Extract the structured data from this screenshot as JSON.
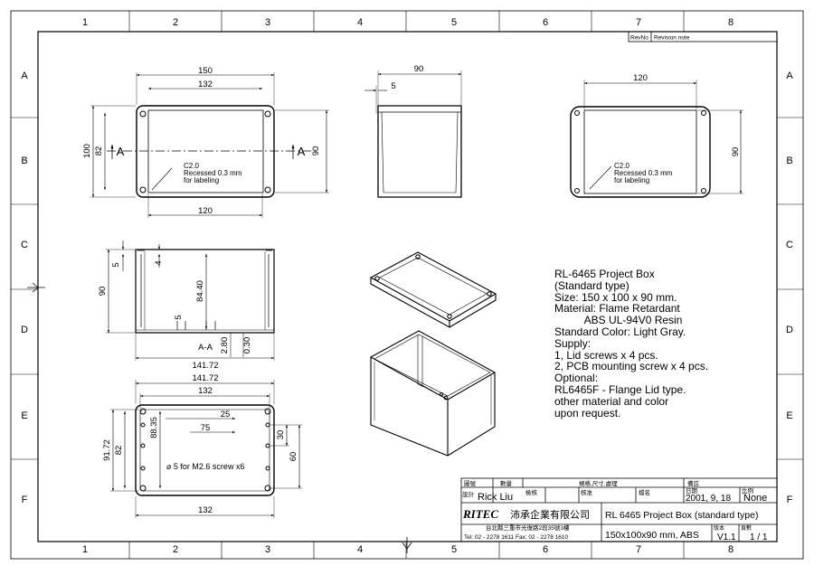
{
  "border": {
    "col_labels": [
      "1",
      "2",
      "3",
      "4",
      "5",
      "6",
      "7",
      "8"
    ],
    "row_labels": [
      "A",
      "B",
      "C",
      "D",
      "E",
      "F"
    ]
  },
  "revision_table": {
    "col1": "RevNo",
    "col2": "Revision note"
  },
  "top_view": {
    "dim_width": "150",
    "dim_inner_width": "132",
    "dim_bottom": "120",
    "dim_height": "100",
    "dim_inner_height": "82",
    "dim_right": "90",
    "section_marker": "A",
    "note_line1": "C2.0",
    "note_line2": "Recessed 0.3 mm",
    "note_line3": "for labeling"
  },
  "side_view": {
    "dim_depth": "90",
    "dim_lip": "5"
  },
  "lid_view": {
    "dim_width": "120",
    "dim_height": "90",
    "note_line1": "C2.0",
    "note_line2": "Recessed 0.3 mm",
    "note_line3": "for labeling"
  },
  "section_view": {
    "title": "A-A",
    "dim_height": "90",
    "dim_inner": "84.40",
    "dim_top": "5",
    "dim_step": "4",
    "dim_boss": "5",
    "dim_wall": "2.80",
    "dim_floor": "0.30",
    "dim_width": "141.72"
  },
  "bottom_view": {
    "dim_top": "141.72",
    "dim_inner_top": "132",
    "dim_bottom": "132",
    "dim_left_outer": "91.72",
    "dim_left_inner": "82",
    "dim_hole_y": "88.35",
    "dim_25": "25",
    "dim_75": "75",
    "dim_30": "30",
    "dim_60": "60",
    "screw_note": "⌀ 5 for M2.6 screw x6"
  },
  "spec_text": [
    "RL-6465 Project Box",
    "(Standard type)",
    "Size: 150 x 100 x 90 mm.",
    "Material: Flame Retardant",
    "          ABS UL-94V0 Resin",
    "Standard Color: Light Gray.",
    "Supply:",
    "1, Lid screws x 4 pcs.",
    "2, PCB mounting screw x 4 pcs.",
    "Optional:",
    "RL6465F - Flange Lid type.",
    "other material and color",
    "upon request."
  ],
  "title_block": {
    "h_rev": "圖號",
    "h_qty": "數量",
    "h_spec": "規格,尺寸,處理",
    "h_note": "備註",
    "label_design": "設計",
    "designer": "Rick Liu",
    "label_check": "檢核",
    "label_approve": "核准",
    "label_name": "檔名",
    "label_date": "日期",
    "date": "2001, 9, 18",
    "label_scale": "比例",
    "scale": "None",
    "company_logo": "RITEC",
    "company_name": "沛承企業有限公司",
    "address": "台北縣三重市光復路2段35號3樓",
    "phone": "Tel: 02 - 2278 1611   Fax: 02 - 2278 1610",
    "product_title": "RL 6465 Project Box (standard type)",
    "product_spec": "150x100x90 mm, ABS",
    "label_version": "版本",
    "version": "V1.1",
    "label_page": "頁數",
    "page": "1 / 1"
  }
}
